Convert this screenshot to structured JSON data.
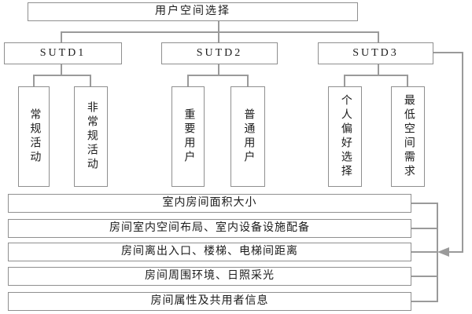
{
  "root": {
    "label": "用户空间选择"
  },
  "groups": [
    {
      "label": "SUTD1",
      "children": [
        {
          "label": "常规活动"
        },
        {
          "label": "非常规活动"
        }
      ]
    },
    {
      "label": "SUTD2",
      "children": [
        {
          "label": "重要用户"
        },
        {
          "label": "普通用户"
        }
      ]
    },
    {
      "label": "SUTD3",
      "children": [
        {
          "label": "个人偏好选择"
        },
        {
          "label": "最低空间需求"
        }
      ]
    }
  ],
  "criteria": [
    {
      "label": "室内房间面积大小"
    },
    {
      "label": "房间室内空间布局、室内设备设施配备"
    },
    {
      "label": "房间离出入口、楼梯、电梯间距离"
    },
    {
      "label": "房间周围环境、日照采光"
    },
    {
      "label": "房间属性及共用者信息"
    }
  ],
  "colors": {
    "line": "#9a9a9a",
    "box_border": "#8f8f8f",
    "text": "#1c1c1c",
    "background": "#ffffff"
  }
}
